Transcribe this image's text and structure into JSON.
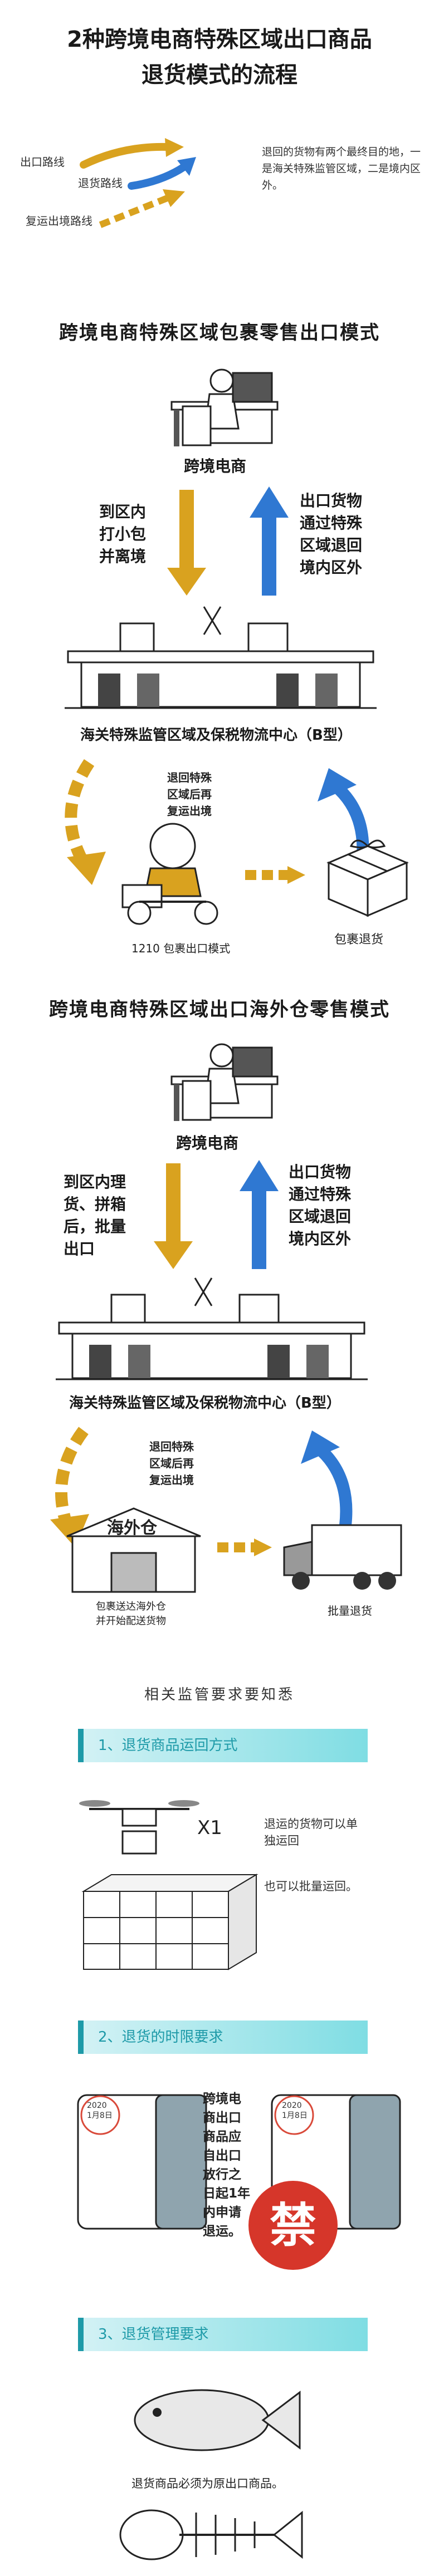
{
  "header": {
    "title_line1": "2种跨境电商特殊区域出口商品",
    "title_line2": "退货模式的流程"
  },
  "legend": {
    "export_route": "出口路线",
    "return_route": "退货路线",
    "reexit_route": "复运出境路线",
    "note": "退回的货物有两个最终目的地，一是海关特殊监管区域，二是境内区外。"
  },
  "colors": {
    "gold": "#d9a21f",
    "blue": "#2f78d2",
    "teal": "#1e9aa8"
  },
  "section1": {
    "title": "跨境电商特殊区域包裹零售出口模式",
    "seller_label": "跨境电商",
    "left_text": "到区内\n打小包\n并离境",
    "right_text": "出口货物\n通过特殊\n区域退回\n境内区外",
    "building_label": "海关特殊监管区域及保税物流中心（B型）",
    "return_text": "退回特殊\n区域后再\n复运出境",
    "courier_label": "1210 包裹出口模式",
    "parcel_label": "包裹退货"
  },
  "section2": {
    "title": "跨境电商特殊区域出口海外仓零售模式",
    "seller_label": "跨境电商",
    "left_text": "到区内理\n货、拼箱\n后，批量\n出口",
    "right_text": "出口货物\n通过特殊\n区域退回\n境内区外",
    "building_label": "海关特殊监管区域及保税物流中心（B型）",
    "return_text": "退回特殊\n区域后再\n复运出境",
    "warehouse_sign": "海外仓",
    "warehouse_caption": "包裹送达海外仓\n并开始配送货物",
    "truck_label": "批量退货"
  },
  "requirements": {
    "title": "相关监管要求要知悉",
    "item1": {
      "heading": "1、退货商品运回方式",
      "times": "X1",
      "single": "退运的货物可以单\n独运回",
      "batch": "也可以批量运回。"
    },
    "item2": {
      "heading": "2、退货的时限要求",
      "text": "跨境电\n商出口\n商品应\n自出口\n放行之\n日起1年\n内申请\n退运。",
      "calendar": "2020\n1月8日",
      "ban": "禁"
    },
    "item3": {
      "heading": "3、退货管理要求",
      "text": "退货商品必须为原出口商品。"
    }
  }
}
